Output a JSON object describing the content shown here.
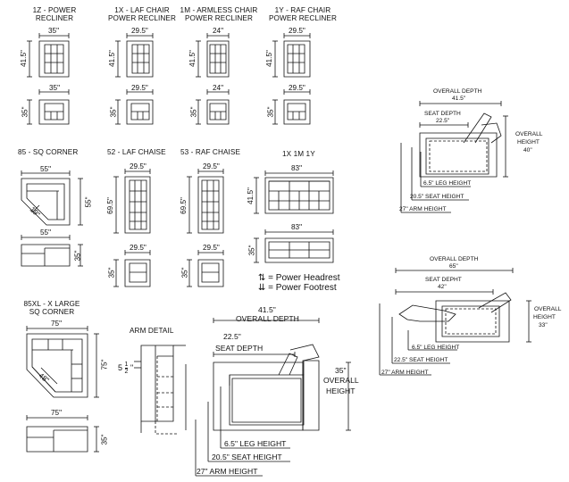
{
  "modules": {
    "z1": {
      "name_line1": "1Z - POWER",
      "name_line2": "RECLINER",
      "width": "35\"",
      "depth": "41.5\"",
      "front_width": "35\"",
      "height": "35\""
    },
    "x1": {
      "name_line1": "1X - LAF CHAIR",
      "name_line2": "POWER RECLINER",
      "width": "29.5\"",
      "depth": "41.5\"",
      "front_width": "29.5\"",
      "height": "35\""
    },
    "m1": {
      "name_line1": "1M - ARMLESS CHAIR",
      "name_line2": "POWER RECLINER",
      "width": "24\"",
      "depth": "41.5\"",
      "front_width": "24\"",
      "height": "35\""
    },
    "y1": {
      "name_line1": "1Y - RAF CHAIR",
      "name_line2": "POWER RECLINER",
      "width": "29.5\"",
      "depth": "41.5\"",
      "front_width": "29.5\"",
      "height": "35\""
    },
    "c85": {
      "name": "85 - SQ CORNER",
      "width": "55\"",
      "depth": "55\"",
      "diag": "19\"",
      "front_width": "55\"",
      "height": "35\""
    },
    "ch52": {
      "name": "52 - LAF CHAISE",
      "width": "29.5\"",
      "depth": "69.5\"",
      "front_width": "29.5\"",
      "height": "35\""
    },
    "ch53": {
      "name": "53 - RAF CHAISE",
      "width": "29.5\"",
      "depth": "69.5\"",
      "front_width": "29.5\"",
      "height": "35\""
    },
    "combo": {
      "name": "1X 1M 1Y",
      "width": "83\"",
      "depth": "41.5\"",
      "front_width": "83\"",
      "height": "35\""
    },
    "xl85": {
      "name_line1": "85XL - X LARGE",
      "name_line2": "SQ CORNER",
      "width": "75\"",
      "depth": "75\"",
      "diag": "48\"",
      "front_width": "75\"",
      "height": "35\""
    }
  },
  "legend": {
    "headrest_symbol": "⇅",
    "headrest": "= Power Headrest",
    "footrest_symbol": "⇊",
    "footrest": "= Power Footrest"
  },
  "arm_detail": {
    "title": "ARM DETAIL",
    "dim_whole": "5",
    "dim_num": "1",
    "dim_den": "2",
    "dim_unit": "\""
  },
  "side_main": {
    "overall_depth_value": "41.5\"",
    "overall_depth_label": "OVERALL DEPTH",
    "seat_depth_value": "22.5\"",
    "seat_depth_label": "SEAT DEPTH",
    "overall_height_value": "35\"",
    "overall_height_l1": "OVERALL",
    "overall_height_l2": "HEIGHT",
    "leg_height": "6.5\" LEG HEIGHT",
    "seat_height": "20.5\" SEAT HEIGHT",
    "arm_height": "27\" ARM HEIGHT"
  },
  "side_recline_upright": {
    "overall_depth_label": "OVERALL DEPTH",
    "overall_depth_value": "41.5\"",
    "seat_depth_label": "SEAT DEPTH",
    "seat_depth_value": "22.5\"",
    "overall_height_l1": "OVERALL",
    "overall_height_l2": "HEIGHT",
    "overall_height_value": "40\"",
    "leg_height": "6.5\" LEG HEIGHT",
    "seat_height": "20.5\" SEAT HEIGHT",
    "arm_height": "27\" ARM HEIGHT"
  },
  "side_recline_full": {
    "overall_depth_label": "OVERALL DEPTH",
    "overall_depth_value": "65\"",
    "seat_depth_label": "SEAT DEPHT",
    "seat_depth_value": "42\"",
    "overall_height_l1": "OVERALL",
    "overall_height_l2": "HEIGHT",
    "overall_height_value": "33\"",
    "leg_height": "6.5\" LEG HEIGHT",
    "seat_height": "22.5\" SEAT HEIGHT",
    "arm_height": "27\" ARM HEIGHT"
  }
}
